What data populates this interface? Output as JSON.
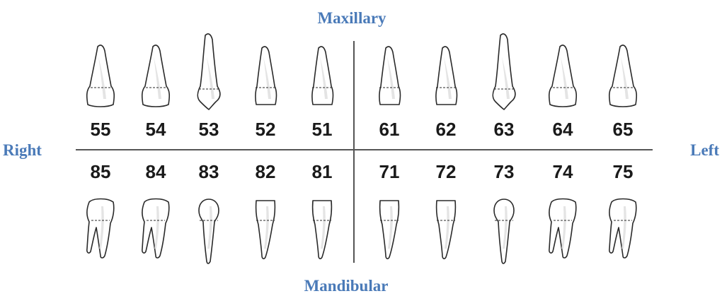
{
  "labels": {
    "top": "Maxillary",
    "bottom": "Mandibular",
    "left": "Right",
    "right": "Left"
  },
  "label_color": "#4a7ab8",
  "upper_teeth": [
    {
      "number": "55",
      "kind": "molar"
    },
    {
      "number": "54",
      "kind": "molar"
    },
    {
      "number": "53",
      "kind": "canine"
    },
    {
      "number": "52",
      "kind": "incisor"
    },
    {
      "number": "51",
      "kind": "incisor"
    },
    {
      "number": "61",
      "kind": "incisor"
    },
    {
      "number": "62",
      "kind": "incisor"
    },
    {
      "number": "63",
      "kind": "canine"
    },
    {
      "number": "64",
      "kind": "molar"
    },
    {
      "number": "65",
      "kind": "molar"
    }
  ],
  "lower_teeth": [
    {
      "number": "85",
      "kind": "molar"
    },
    {
      "number": "84",
      "kind": "molar"
    },
    {
      "number": "83",
      "kind": "canine"
    },
    {
      "number": "82",
      "kind": "incisor"
    },
    {
      "number": "81",
      "kind": "incisor"
    },
    {
      "number": "71",
      "kind": "incisor"
    },
    {
      "number": "72",
      "kind": "incisor"
    },
    {
      "number": "73",
      "kind": "canine"
    },
    {
      "number": "74",
      "kind": "molar"
    },
    {
      "number": "75",
      "kind": "molar"
    }
  ]
}
